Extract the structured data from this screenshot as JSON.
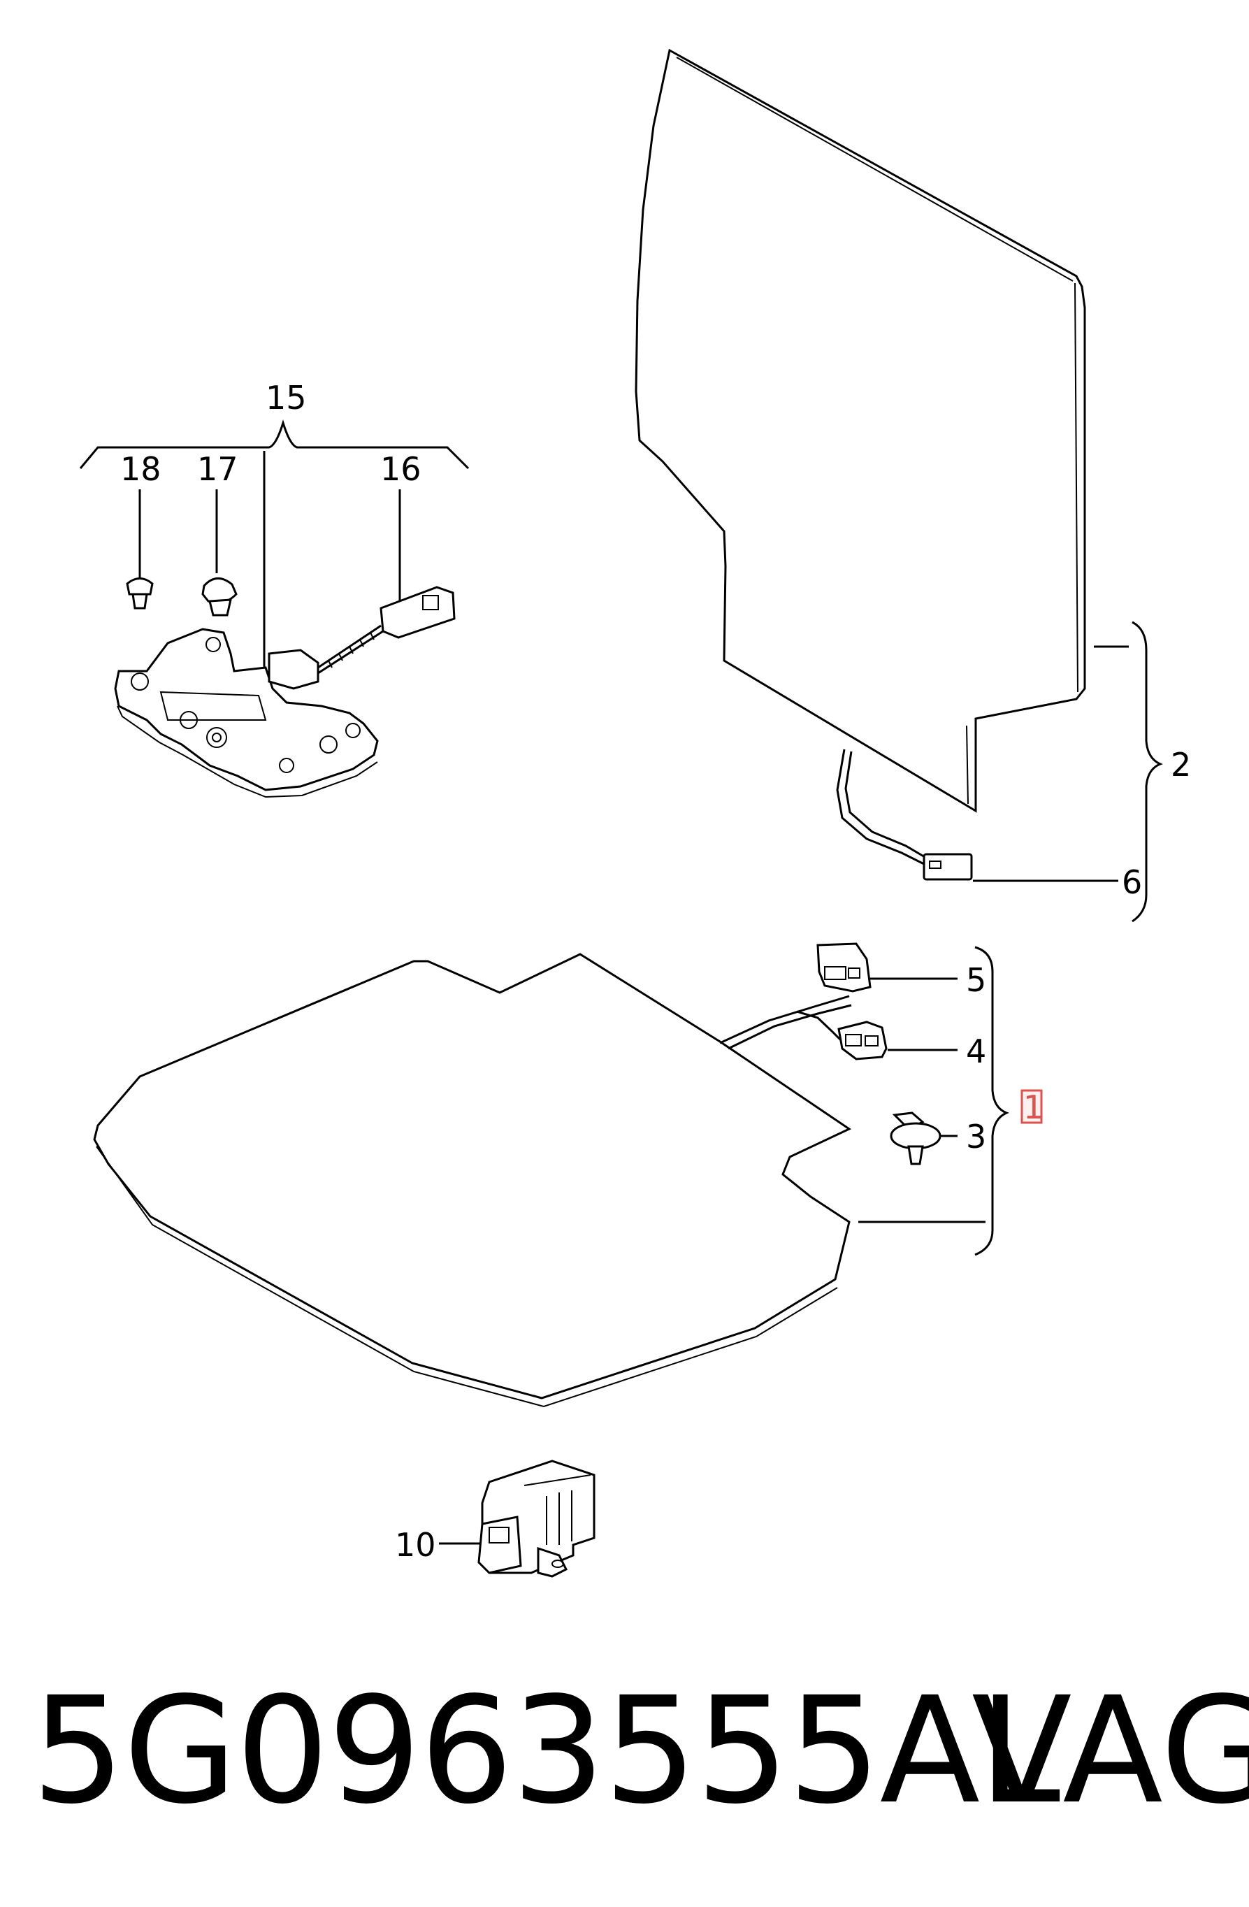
{
  "callouts": {
    "c1": "1",
    "c2": "2",
    "c3": "3",
    "c4": "4",
    "c5": "5",
    "c6": "6",
    "c10": "10",
    "c15": "15",
    "c16": "16",
    "c17": "17",
    "c18": "18"
  },
  "colors": {
    "line": "#000000",
    "highlight_border": "#d9534f",
    "background": "#ffffff"
  },
  "footer": {
    "part_number": "5G0963555AL",
    "brand": "VAG"
  }
}
